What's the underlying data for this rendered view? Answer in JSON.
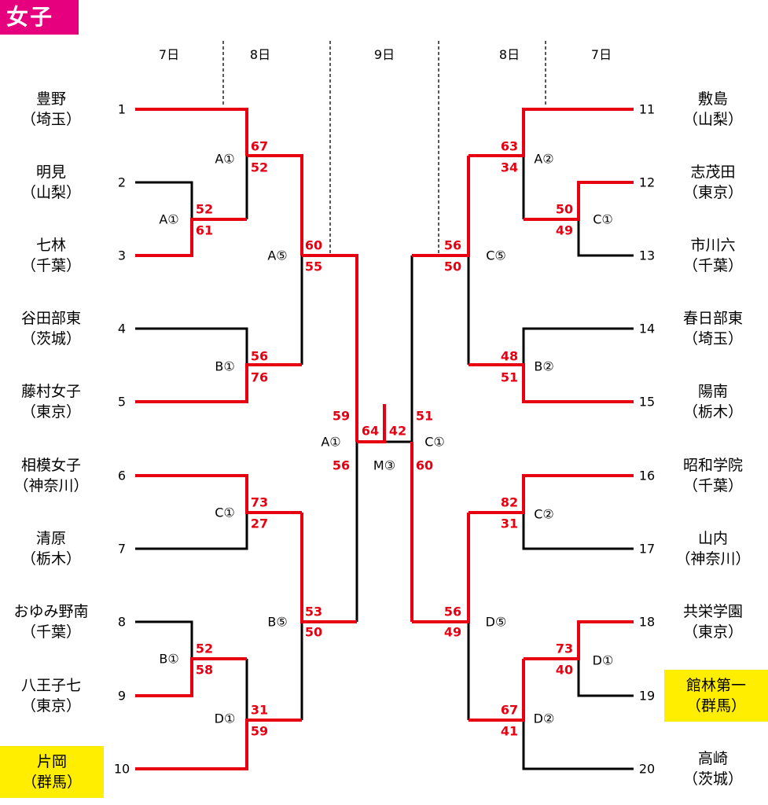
{
  "title": "女子",
  "days": {
    "l7": "7日",
    "l8": "8日",
    "c9": "9日",
    "r8": "8日",
    "r7": "7日"
  },
  "colors": {
    "winner": "#e60012",
    "loser": "#000000",
    "title_bg": "#e6007e",
    "highlight": "#ffee00"
  },
  "teams": [
    {
      "seed": "1",
      "name": "豊野",
      "pref": "（埼玉）"
    },
    {
      "seed": "2",
      "name": "明見",
      "pref": "（山梨）"
    },
    {
      "seed": "3",
      "name": "七林",
      "pref": "（千葉）"
    },
    {
      "seed": "4",
      "name": "谷田部東",
      "pref": "（茨城）"
    },
    {
      "seed": "5",
      "name": "藤村女子",
      "pref": "（東京）"
    },
    {
      "seed": "6",
      "name": "相模女子",
      "pref": "（神奈川）"
    },
    {
      "seed": "7",
      "name": "清原",
      "pref": "（栃木）"
    },
    {
      "seed": "8",
      "name": "おゆみ野南",
      "pref": "（千葉）"
    },
    {
      "seed": "9",
      "name": "八王子七",
      "pref": "（東京）"
    },
    {
      "seed": "10",
      "name": "片岡",
      "pref": "（群馬）"
    },
    {
      "seed": "11",
      "name": "敷島",
      "pref": "（山梨）"
    },
    {
      "seed": "12",
      "name": "志茂田",
      "pref": "（東京）"
    },
    {
      "seed": "13",
      "name": "市川六",
      "pref": "（千葉）"
    },
    {
      "seed": "14",
      "name": "春日部東",
      "pref": "（埼玉）"
    },
    {
      "seed": "15",
      "name": "陽南",
      "pref": "（栃木）"
    },
    {
      "seed": "16",
      "name": "昭和学院",
      "pref": "（千葉）"
    },
    {
      "seed": "17",
      "name": "山内",
      "pref": "（神奈川）"
    },
    {
      "seed": "18",
      "name": "共栄学園",
      "pref": "（東京）"
    },
    {
      "seed": "19",
      "name": "館林第一",
      "pref": "（群馬）"
    },
    {
      "seed": "20",
      "name": "高崎",
      "pref": "（茨城）"
    }
  ],
  "games": {
    "g23": {
      "label": "A①",
      "top": "52",
      "bottom": "61"
    },
    "g1": {
      "label": "A①",
      "top": "67",
      "bottom": "52"
    },
    "g45": {
      "label": "B①",
      "top": "56",
      "bottom": "76"
    },
    "gL1": {
      "label": "A⑤",
      "top": "60",
      "bottom": "55"
    },
    "g67": {
      "label": "C①",
      "top": "73",
      "bottom": "27"
    },
    "g89": {
      "label": "B①",
      "top": "52",
      "bottom": "58"
    },
    "g10": {
      "label": "D①",
      "top": "31",
      "bottom": "59"
    },
    "gL2": {
      "label": "B⑤",
      "top": "53",
      "bottom": "50"
    },
    "gLF": {
      "label": "A①",
      "top": "59",
      "bottom": "56"
    },
    "g1213": {
      "label": "C①",
      "top": "50",
      "bottom": "49"
    },
    "g11": {
      "label": "A②",
      "top": "63",
      "bottom": "34"
    },
    "g1415": {
      "label": "B②",
      "top": "48",
      "bottom": "51"
    },
    "gR1": {
      "label": "C⑤",
      "top": "56",
      "bottom": "50"
    },
    "g1617": {
      "label": "C②",
      "top": "82",
      "bottom": "31"
    },
    "g1819": {
      "label": "D①",
      "top": "73",
      "bottom": "40"
    },
    "g20": {
      "label": "D②",
      "top": "67",
      "bottom": "41"
    },
    "gR2": {
      "label": "D⑤",
      "top": "56",
      "bottom": "49"
    },
    "gRF": {
      "label": "C①",
      "top": "51",
      "bottom": "60"
    },
    "final": {
      "label": "M③",
      "left": "64",
      "right": "42"
    }
  }
}
